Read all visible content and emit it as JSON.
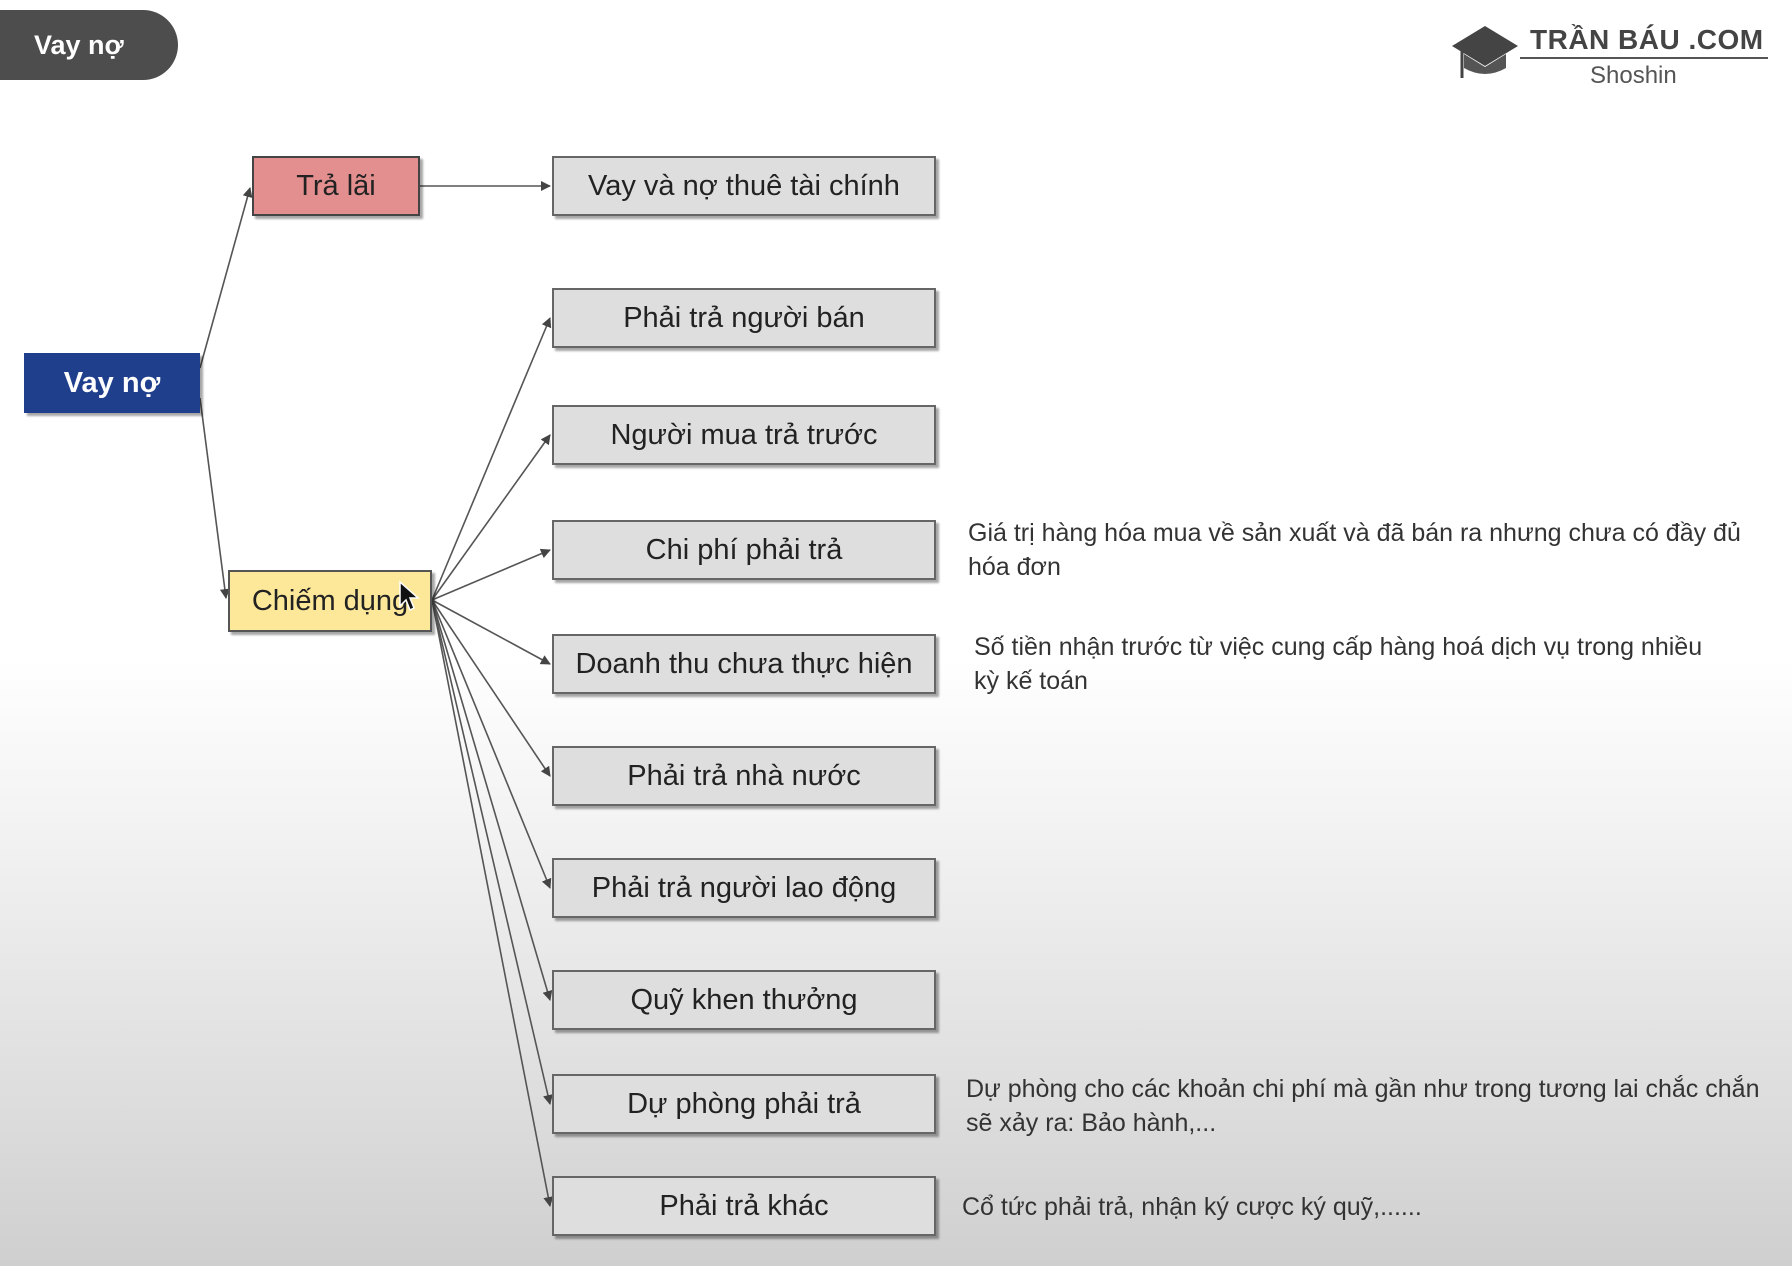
{
  "header": {
    "tag_label": "Vay nợ"
  },
  "logo": {
    "title": "TRẦN BÁU .COM",
    "subtitle": "Shoshin",
    "icon": "graduation-cap-icon"
  },
  "tree": {
    "root": "Vay nợ",
    "branches": [
      {
        "label": "Trả lãi",
        "color": "#e38f8f",
        "children": [
          "Vay và nợ thuê tài chính"
        ]
      },
      {
        "label": "Chiếm dụng",
        "color": "#fde89a",
        "children": [
          "Phải trả người bán",
          "Người mua trả trước",
          "Chi phí phải trả",
          "Doanh thu chưa thực hiện",
          "Phải trả nhà nước",
          "Phải trả người lao động",
          "Quỹ khen thưởng",
          "Dự phòng phải trả",
          "Phải trả khác"
        ]
      }
    ]
  },
  "notes": {
    "chi_phi_phai_tra": "Giá trị hàng hóa mua về sản xuất và đã bán ra nhưng chưa có đầy đủ hóa đơn",
    "doanh_thu_chua_thuc_hien": "Số tiền nhận trước từ việc cung cấp hàng hoá dịch vụ trong nhiều kỳ kế toán",
    "du_phong_phai_tra": "Dự phòng cho các khoản chi phí mà gần như trong tương lai chắc chắn sẽ xảy ra: Bảo hành,...",
    "phai_tra_khac": "Cổ tức phải trả, nhận ký cược ký quỹ,......"
  },
  "colors": {
    "root": "#1f3f8c",
    "tag": "#4d4d4d",
    "leaf": "#dedede"
  }
}
